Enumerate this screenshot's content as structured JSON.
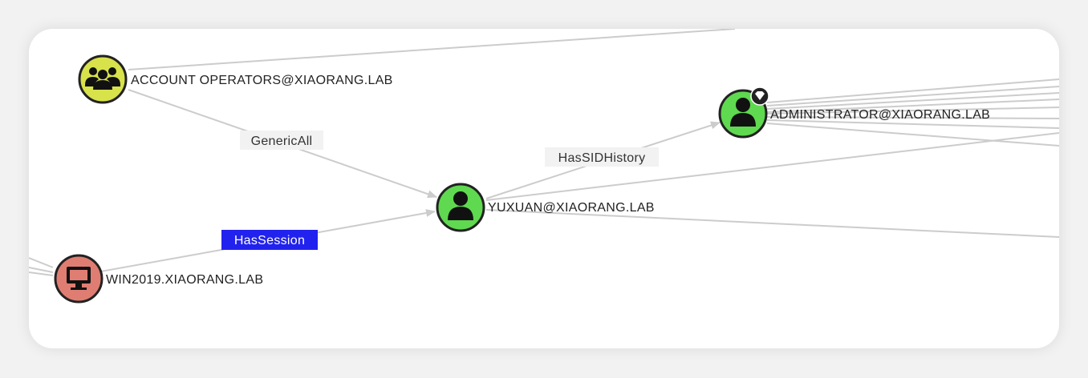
{
  "graph": {
    "nodes": {
      "account_operators": {
        "label": "ACCOUNT OPERATORS@XIAORANG.LAB",
        "type": "group",
        "color": "#d8e24a"
      },
      "yuxuan": {
        "label": "YUXUAN@XIAORANG.LAB",
        "type": "user",
        "color": "#5fd94f"
      },
      "administrator": {
        "label": "ADMINISTRATOR@XIAORANG.LAB",
        "type": "user",
        "color": "#5fd94f",
        "badge": "gem-icon"
      },
      "win2019": {
        "label": "WIN2019.XIAORANG.LAB",
        "type": "computer",
        "color": "#e07d72"
      }
    },
    "edges": {
      "generic_all": {
        "label": "GenericAll",
        "from": "ACCOUNT OPERATORS@XIAORANG.LAB",
        "to": "YUXUAN@XIAORANG.LAB"
      },
      "has_sid_history": {
        "label": "HasSIDHistory",
        "from": "YUXUAN@XIAORANG.LAB",
        "to": "ADMINISTRATOR@XIAORANG.LAB"
      },
      "has_session": {
        "label": "HasSession",
        "from": "WIN2019.XIAORANG.LAB",
        "to": "YUXUAN@XIAORANG.LAB",
        "selected": true,
        "highlight_color": "#2222ee"
      }
    },
    "colors": {
      "edge": "#cccccc",
      "node_border": "#222222",
      "edge_label_bg": "#f2f2f2"
    }
  }
}
